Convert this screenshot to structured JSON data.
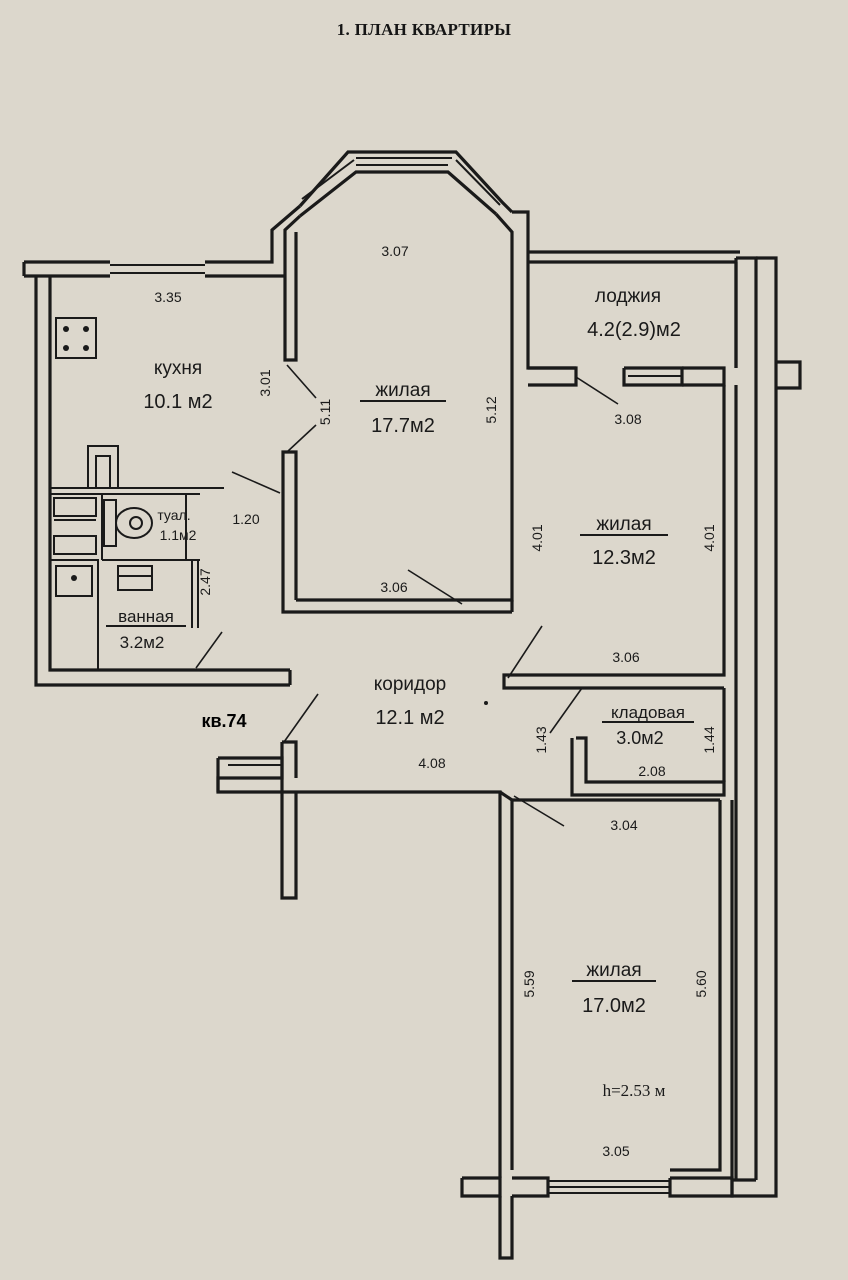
{
  "title": "1. ПЛАН КВАРТИРЫ",
  "apartment": "кв.74",
  "ceiling_height": "h=2.53 м",
  "rooms": {
    "kitchen": {
      "name": "кухня",
      "area": "10.1 м2"
    },
    "living1": {
      "name": "жилая",
      "area": "17.7м2"
    },
    "loggia": {
      "name": "лоджия",
      "area": "4.2(2.9)м2"
    },
    "living2": {
      "name": "жилая",
      "area": "12.3м2"
    },
    "toilet": {
      "name": "туал.",
      "area": "1.1м2"
    },
    "bathroom": {
      "name": "ванная",
      "area": "3.2м2"
    },
    "corridor": {
      "name": "коридор",
      "area": "12.1 м2"
    },
    "storage": {
      "name": "кладовая",
      "area": "3.0м2"
    },
    "living3": {
      "name": "жилая",
      "area": "17.0м2"
    }
  },
  "dimensions": {
    "kitchen_width": "3.35",
    "kitchen_height": "3.01",
    "living1_top": "3.07",
    "living1_left": "5.11",
    "living1_right": "5.12",
    "living1_bottom": "3.06",
    "loggia_bottom": "3.08",
    "living2_left": "4.01",
    "living2_right": "4.01",
    "living2_bottom": "3.06",
    "toilet_width": "1.20",
    "bath_height": "2.47",
    "storage_left": "1.43",
    "storage_right": "1.44",
    "storage_bottom": "2.08",
    "corridor_bottom": "4.08",
    "living3_top": "3.04",
    "living3_left": "5.59",
    "living3_right": "5.60",
    "living3_bottom": "3.05"
  }
}
